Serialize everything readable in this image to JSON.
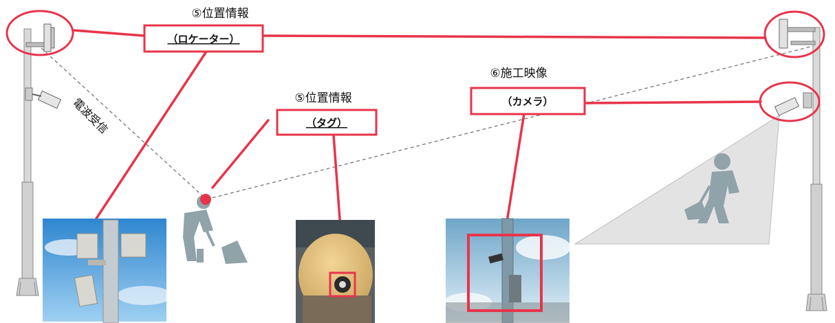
{
  "colors": {
    "accent_red": "#e8344a",
    "pole": "#cfcfcf",
    "pole_stroke": "#8a8a8a",
    "worker": "#8fa3a9",
    "coverage": "#e3e3e3",
    "dash": "#777777"
  },
  "labels": {
    "locator_title": "⑤位置情報",
    "locator_box": "（ロケーター）",
    "tag_title": "⑤位置情報",
    "tag_box": "（タグ）",
    "camera_title": "⑥施工映像",
    "camera_box": "（カメラ）",
    "radio_reception": "電波受信"
  },
  "icons": {
    "antenna": "antenna-icon",
    "camera": "camera-icon",
    "worker": "worker-icon"
  },
  "photos": {
    "locator": "locator-photo",
    "helmet": "helmet-tag-photo",
    "camera": "pole-camera-photo"
  }
}
